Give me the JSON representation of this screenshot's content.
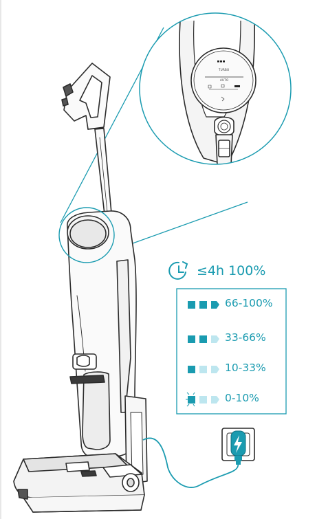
{
  "charging": {
    "summary": "≤4h 100%",
    "levels": [
      {
        "range": "66-100%",
        "filled": 3,
        "blinking": false
      },
      {
        "range": "33-66%",
        "filled": 2,
        "blinking": false
      },
      {
        "range": "10-33%",
        "filled": 1,
        "blinking": false
      },
      {
        "range": "0-10%",
        "filled": 1,
        "blinking": true
      }
    ]
  },
  "panel": {
    "turbo": "TURBO",
    "auto": "AUTO"
  },
  "icons": [
    "clock-icon",
    "battery-segment-icon",
    "lightning-icon",
    "power-plug-icon"
  ],
  "colors": {
    "accent": "#1a9bb0",
    "segment_dim": "#bde6ef",
    "line": "#2b2b2b"
  }
}
